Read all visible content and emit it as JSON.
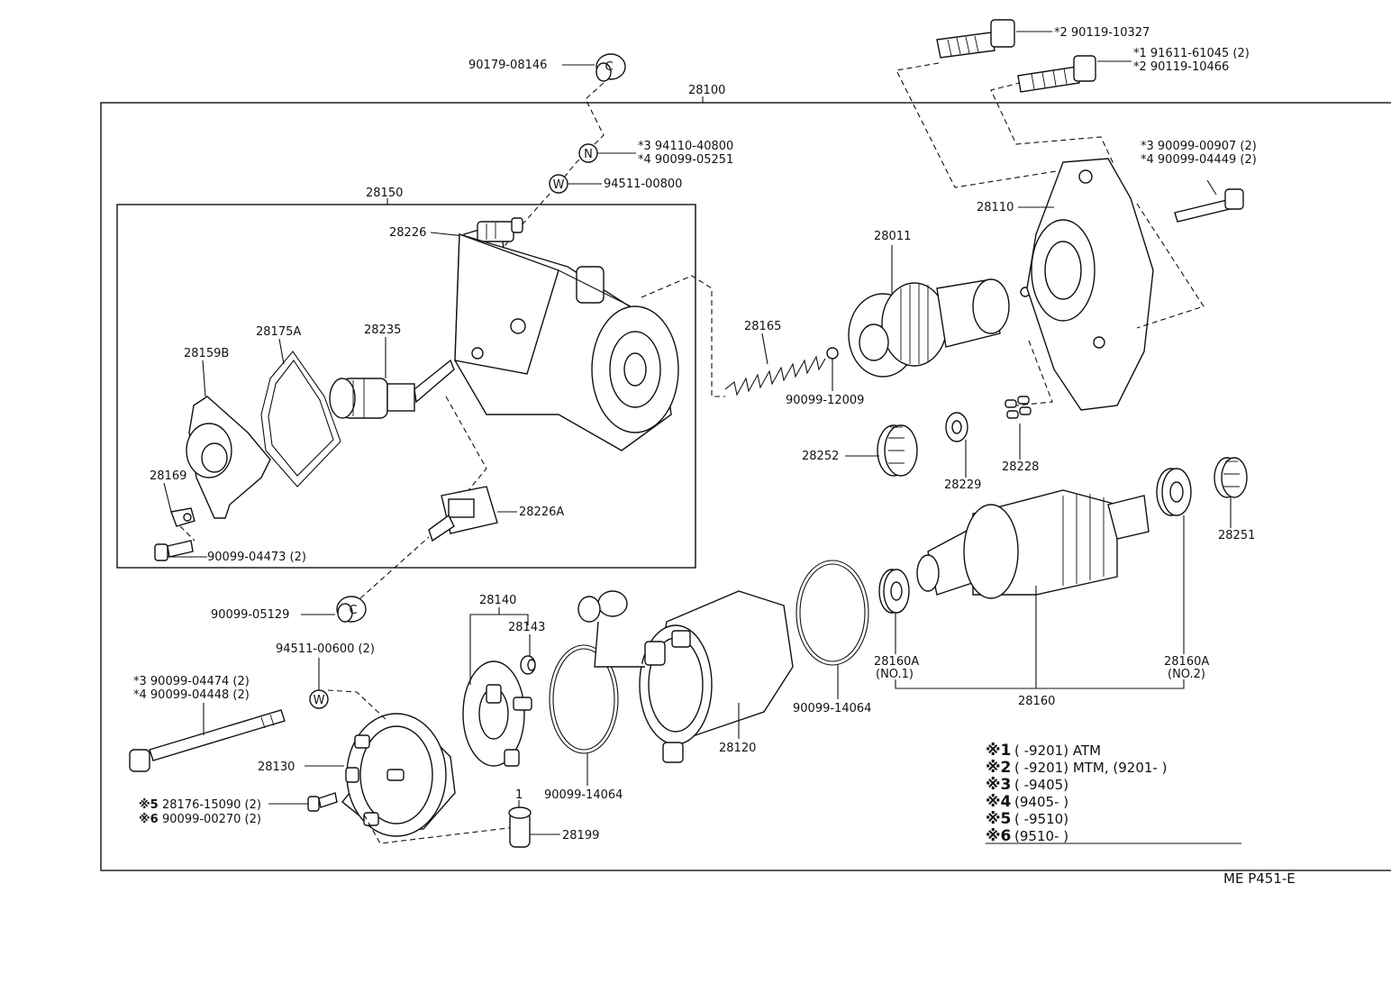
{
  "diagram": {
    "code": "ME P451-E",
    "assembly_label": "28100",
    "subassembly_label": "28150",
    "part_labels": {
      "p90173": "90179-08146",
      "p90119a": "*2  90119-10327",
      "p91611": "*1  91611-61045 (2)",
      "p90119b": "*2  90119-10466",
      "p94110": "*3  94110-40800",
      "p90099_05251": "*4  90099-05251",
      "p94511_00800": "94511-00800",
      "p90099_00907": "*3  90099-00907 (2)",
      "p90099_04449": "*4  90099-04449 (2)",
      "p28110": "28110",
      "p28226": "28226",
      "p28011": "28011",
      "p28175A": "28175A",
      "p28235": "28235",
      "p28165": "28165",
      "p28159B": "28159B",
      "p90099_12009": "90099-12009",
      "p28252": "28252",
      "p28229": "28229",
      "p28228": "28228",
      "p28169": "28169",
      "p28226A": "28226A",
      "p28251": "28251",
      "p90099_04473": "90099-04473 (2)",
      "p90099_05129": "90099-05129",
      "p28140": "28140",
      "p28143": "28143",
      "p94511_00600": "94511-00600 (2)",
      "p28160A_1": "28160A",
      "p28160A_1_sub": "(NO.1)",
      "p28160A_2": "28160A",
      "p28160A_2_sub": "(NO.2)",
      "p90099_04474": "*3  90099-04474 (2)",
      "p90099_04448": "*4  90099-04448 (2)",
      "p90099_14064a": "90099-14064",
      "p28160": "28160",
      "p28120": "28120",
      "p28130": "28130",
      "p28176": "28176-15090 (2)",
      "p90099_00270": "90099-00270 (2)",
      "p28176_mark": "※5",
      "p90099_00270_mark": "※6",
      "p90099_14064b": "90099-14064",
      "p28199": "28199",
      "p28199_qty": "1"
    },
    "circle_letters": {
      "c1": "C",
      "n": "N",
      "w1": "W",
      "c2": "C",
      "w2": "W"
    },
    "legend": [
      {
        "mark": "※1",
        "text": "(         -9201) ATM"
      },
      {
        "mark": "※2",
        "text": "(         -9201) MTM, (9201-         )"
      },
      {
        "mark": "※3",
        "text": "(         -9405)"
      },
      {
        "mark": "※4",
        "text": "(9405-         )"
      },
      {
        "mark": "※5",
        "text": "(         -9510)"
      },
      {
        "mark": "※6",
        "text": "(9510-         )"
      }
    ]
  }
}
